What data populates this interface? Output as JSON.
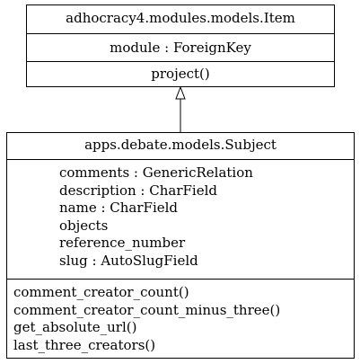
{
  "parent_class": {
    "name": "adhocracy4.modules.models.Item",
    "attributes": [
      "module : ForeignKey"
    ],
    "methods": [
      "project()"
    ]
  },
  "child_class": {
    "name": "apps.debate.models.Subject",
    "attributes": [
      "comments : GenericRelation",
      "description : CharField",
      "name : CharField",
      "objects",
      "reference_number",
      "slug : AutoSlugField"
    ],
    "methods": [
      "comment_creator_count()",
      "comment_creator_count_minus_three()",
      "get_absolute_url()",
      "last_three_creators()"
    ]
  },
  "relationship": {
    "type": "inheritance"
  }
}
